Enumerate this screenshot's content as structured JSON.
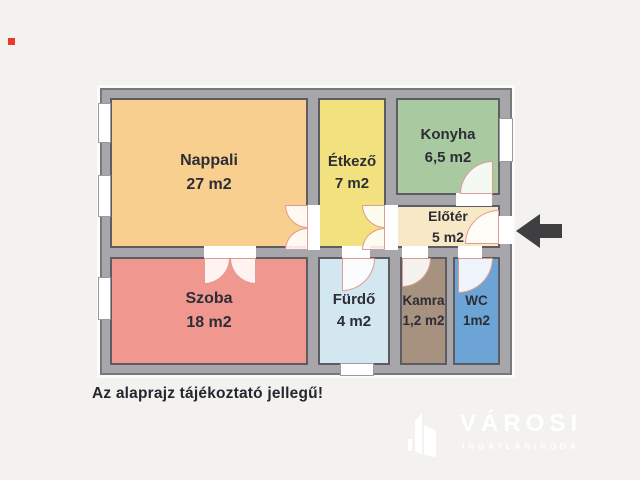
{
  "caption": "Az alaprajz tájékoztató jellegű!",
  "rooms": [
    {
      "id": "nappali",
      "name": "Nappali",
      "area": "27 m2",
      "color": "#f8cf8e"
    },
    {
      "id": "etkezo",
      "name": "Étkező",
      "area": "7 m2",
      "color": "#f2e27f"
    },
    {
      "id": "konyha",
      "name": "Konyha",
      "area": "6,5 m2",
      "color": "#a9c9a1"
    },
    {
      "id": "eloter",
      "name": "Előtér",
      "area": "5 m2",
      "color": "#f7e9c5"
    },
    {
      "id": "szoba",
      "name": "Szoba",
      "area": "18 m2",
      "color": "#f0988f"
    },
    {
      "id": "furdo",
      "name": "Fürdő",
      "area": "4 m2",
      "color": "#d2e7ef"
    },
    {
      "id": "kamra",
      "name": "Kamra",
      "area": "1,2 m2",
      "color": "#a6927f"
    },
    {
      "id": "wc",
      "name": "WC",
      "area": "1m2",
      "color": "#6ba4d5"
    }
  ],
  "logo": {
    "brand": "VÁROSI",
    "subtitle": "INGATLANIRODA",
    "color": "#ffffff"
  },
  "colors": {
    "background": "#f3f2ef",
    "wall": "#a7a7ab",
    "wall_border": "#77777c",
    "room_border": "#5c5c62",
    "door_stroke": "#de8982",
    "label_text": "#2d2d36",
    "arrow": "#3f3f41",
    "marker": "#e8392b"
  }
}
